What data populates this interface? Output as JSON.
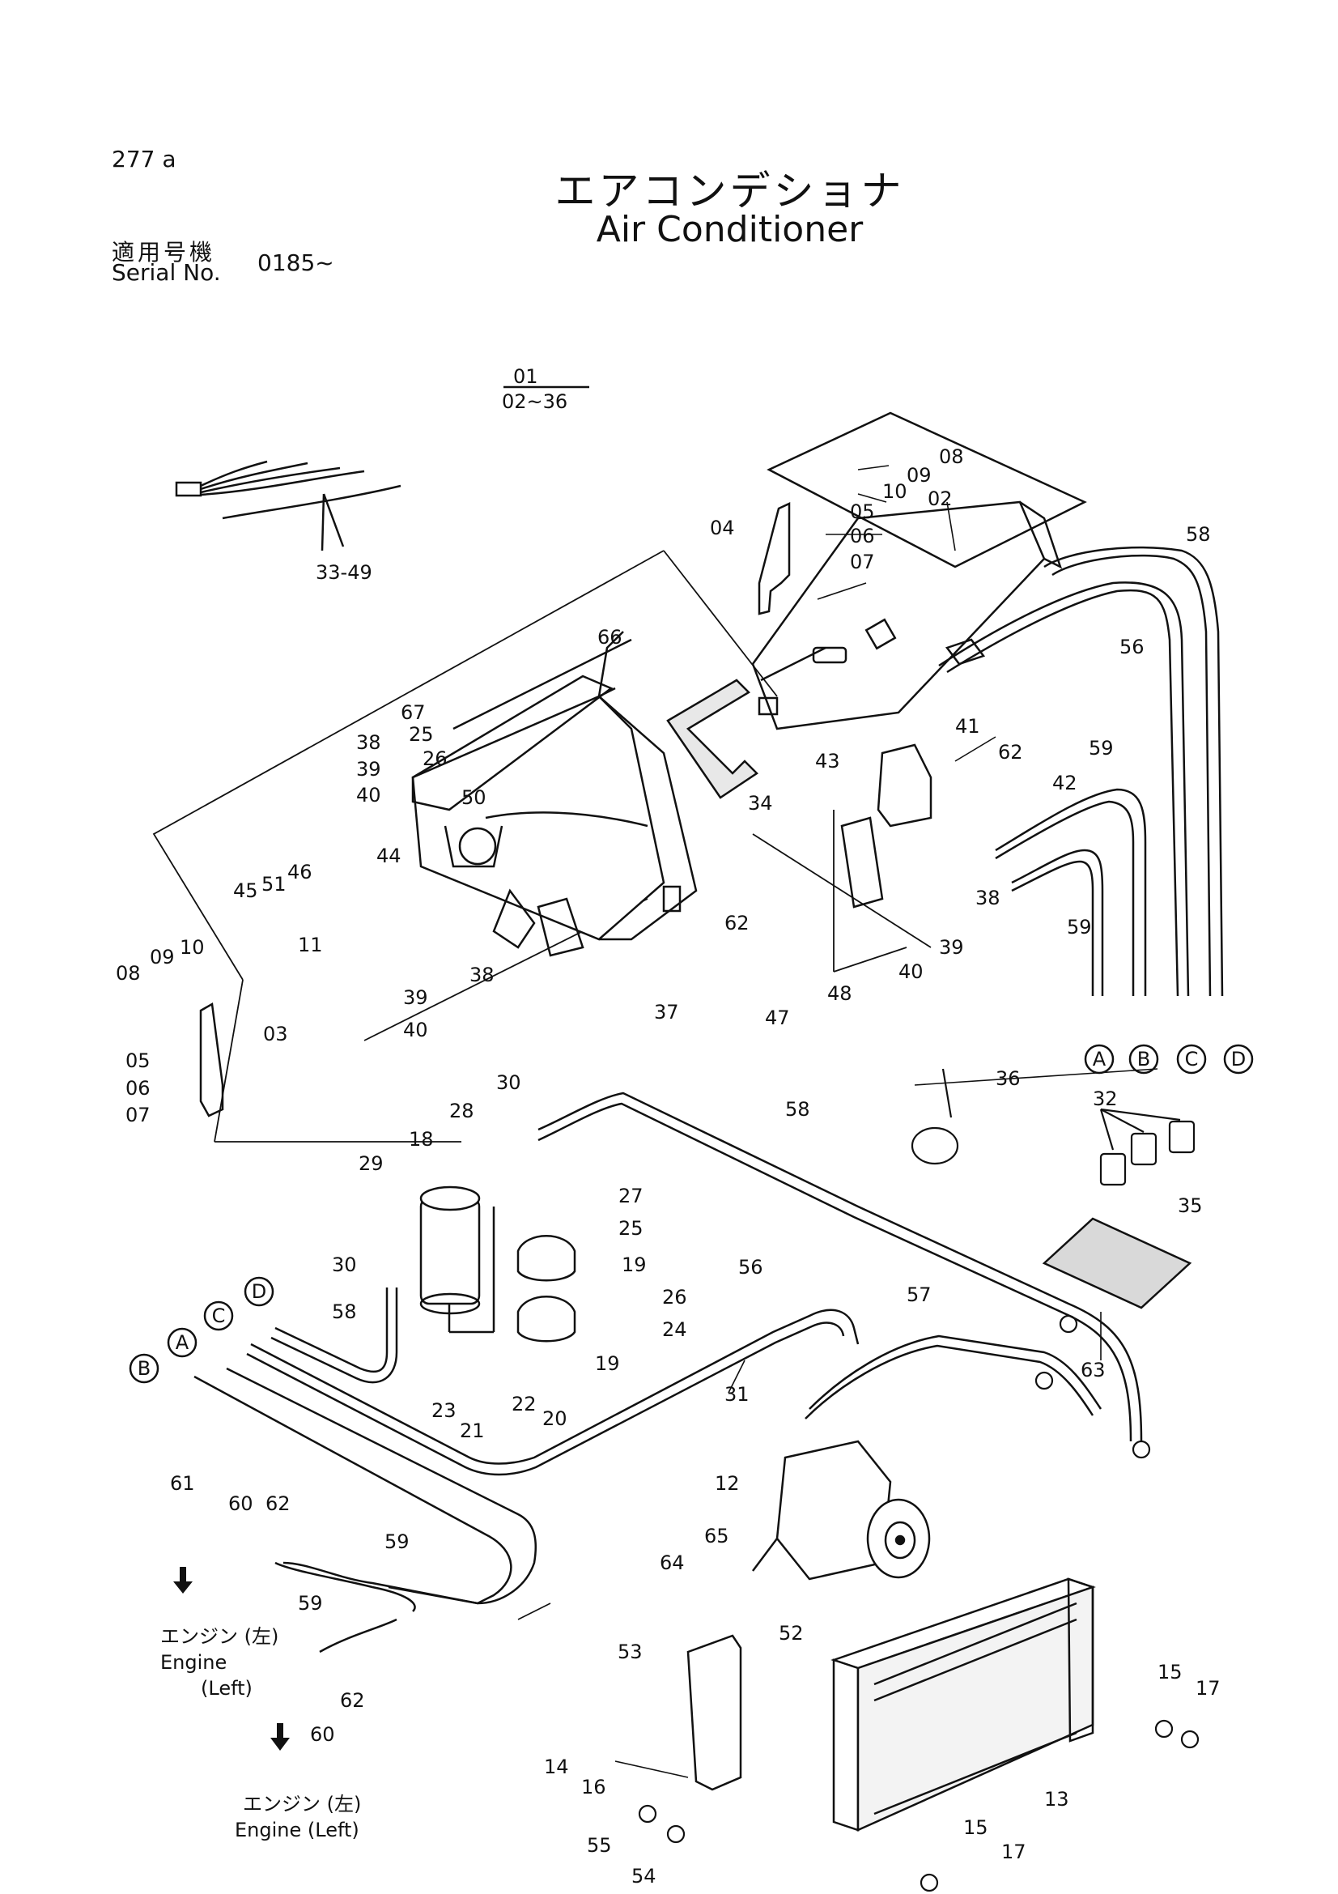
{
  "header": {
    "page_code": "277 a",
    "title_jp": "エアコンデショナ",
    "title_en": "Air Conditioner",
    "serial_label_jp": "適用号機",
    "serial_label_en": "Serial No.",
    "serial_value": "0185~"
  },
  "assembly": {
    "top": "01",
    "bottom": "02~36"
  },
  "callouts": {
    "c33_49": "33-49",
    "c66": "66",
    "c67": "67",
    "c25a": "25",
    "c26a": "26",
    "c50": "50",
    "c38a": "38",
    "c39a": "39",
    "c40a": "40",
    "c44": "44",
    "c46": "46",
    "c45": "45",
    "c51": "51",
    "c11": "11",
    "c08a": "08",
    "c09a": "09",
    "c10a": "10",
    "c03": "03",
    "c05a": "05",
    "c06a": "06",
    "c07a": "07",
    "c38b": "38",
    "c39b": "39",
    "c40b": "40",
    "c37": "37",
    "c04": "04",
    "c08b": "08",
    "c09b": "09",
    "c10b": "10",
    "c05b": "05",
    "c06b": "06",
    "c07b": "07",
    "c02": "02",
    "c34": "34",
    "c41": "41",
    "c43": "43",
    "c62a": "62",
    "c42": "42",
    "c62b": "62",
    "c38c": "38",
    "c39c": "39",
    "c40c": "40",
    "c47": "47",
    "c48": "48",
    "c58a": "58",
    "c56a": "56",
    "c59a": "59",
    "c59b": "59",
    "c36": "36",
    "c32": "32",
    "c35": "35",
    "c30a": "30",
    "c28": "28",
    "c18": "18",
    "c29": "29",
    "c58b": "58",
    "c27": "27",
    "c25b": "25",
    "c19a": "19",
    "c26b": "26",
    "c24": "24",
    "c19b": "19",
    "c30b": "30",
    "c58c": "58",
    "c23": "23",
    "c21": "21",
    "c22": "22",
    "c20": "20",
    "c56b": "56",
    "c57": "57",
    "c63": "63",
    "c31": "31",
    "c12": "12",
    "c65": "65",
    "c64": "64",
    "c61": "61",
    "c60a": "60",
    "c62c": "62",
    "c59c": "59",
    "c59d": "59",
    "c62d": "62",
    "c60b": "60",
    "c52": "52",
    "c53": "53",
    "c14": "14",
    "c16": "16",
    "c13": "13",
    "c15a": "15",
    "c17a": "17",
    "c55": "55",
    "c54": "54",
    "c15b": "15",
    "c17b": "17"
  },
  "connectors": {
    "top": [
      "A",
      "B",
      "C",
      "D"
    ],
    "left": [
      "D",
      "C",
      "A",
      "B"
    ]
  },
  "engine_notes": {
    "upper_jp": "エンジン (左)",
    "upper_en_1": "Engine",
    "upper_en_2": "(Left)",
    "lower_jp": "エンジン (左)",
    "lower_en": "Engine (Left)"
  }
}
